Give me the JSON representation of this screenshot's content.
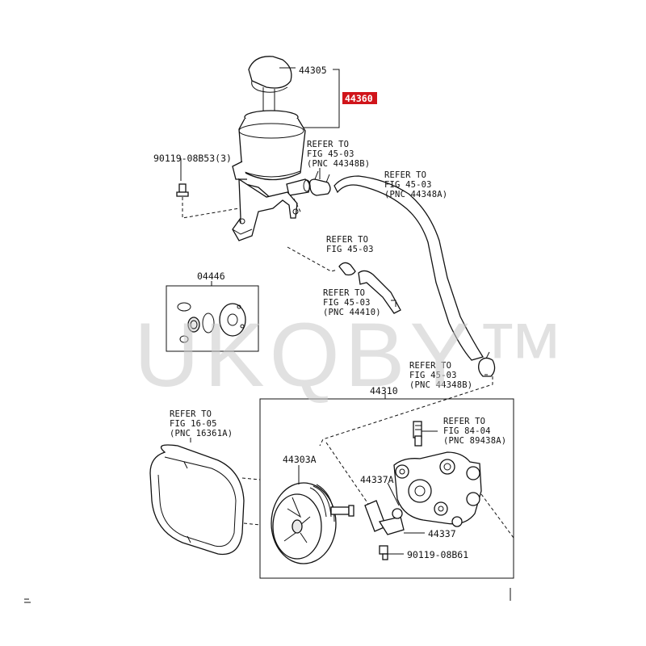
{
  "watermark": "UKQBY™",
  "labels": {
    "p44305": "44305",
    "p44360": "44360",
    "p90119_08b53": "90119-08B53(3)",
    "p04446": "04446",
    "p44310": "44310",
    "p44303a": "44303A",
    "p44337a": "44337A",
    "p44337": "44337",
    "p90119_08b61": "90119-08B61"
  },
  "refs": {
    "r1": [
      "REFER TO",
      "FIG 45-03",
      "(PNC 44348B)"
    ],
    "r2": [
      "REFER TO",
      "FIG 45-03",
      "(PNC 44348A)"
    ],
    "r3": [
      "REFER TO",
      "FIG 45-03"
    ],
    "r4": [
      "REFER TO",
      "FIG 45-03",
      "(PNC 44410)"
    ],
    "r5": [
      "REFER TO",
      "FIG 45-03",
      "(PNC 44348B)"
    ],
    "r6": [
      "REFER TO",
      "FIG 84-04",
      "(PNC 89438A)"
    ],
    "r7": [
      "REFER TO",
      "FIG 16-05",
      "(PNC 16361A)"
    ]
  },
  "colors": {
    "highlight": "#d0141a",
    "ink": "#111111"
  }
}
